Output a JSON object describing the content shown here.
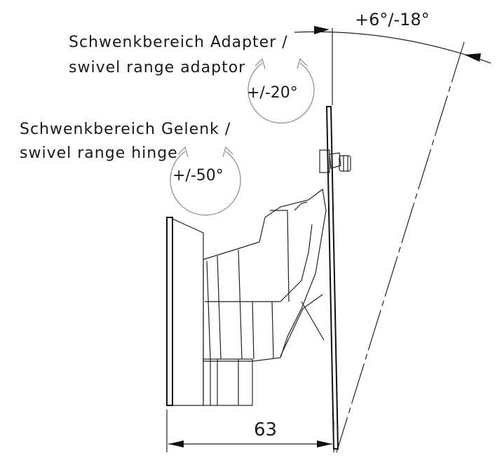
{
  "labels": {
    "adapter_de": "Schwenkbereich Adapter /",
    "adapter_en": "swivel range adaptor",
    "hinge_de": "Schwenkbereich Gelenk /",
    "hinge_en": "swivel range hinge",
    "adapter_angle": "+/-20°",
    "hinge_angle": "+/-50°",
    "tilt_angle": "+6°/-18°",
    "depth": "63"
  }
}
